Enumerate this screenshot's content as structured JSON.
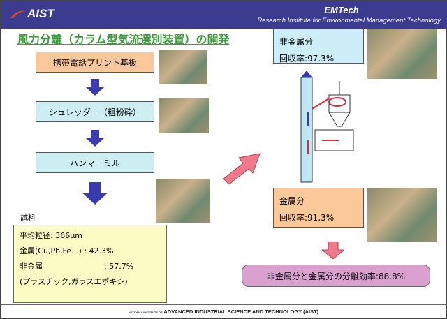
{
  "header": {
    "logo": "AIST",
    "emtech": "EMTech",
    "institute": "Research Institute for Environmental Management Technology"
  },
  "title": "風力分離（カラム型気流選別装置）の開発",
  "steps": [
    "携帯電話プリント基板",
    "シュレッダー（粗粉砕）",
    "ハンマーミル"
  ],
  "sample": {
    "label": "試料",
    "lines": [
      "平均粒径: 366μm",
      "金属(Cu,Pb,Fe...) : 42.3%",
      "非金属　　　　　　　　: 57.7%",
      "(プラスチック,ガラスエポキシ)"
    ]
  },
  "nonmetal": {
    "title": "非金属分",
    "rate": "回収率:97.3%"
  },
  "metal": {
    "title": "金属分",
    "rate": "回収率:91.3%"
  },
  "result": "非金属分と金属分の分離効率:88.8%",
  "footer": {
    "small": "NATIONAL INSTITUTE OF",
    "main": "ADVANCED INDUSTRIAL SCIENCE AND TECHNOLOGY (AIST)"
  },
  "colors": {
    "header": "#3b3b8f",
    "title": "#3c9a3c",
    "arrow_blue": "#3a3ab0",
    "arrow_pink": "#f07a8a"
  }
}
